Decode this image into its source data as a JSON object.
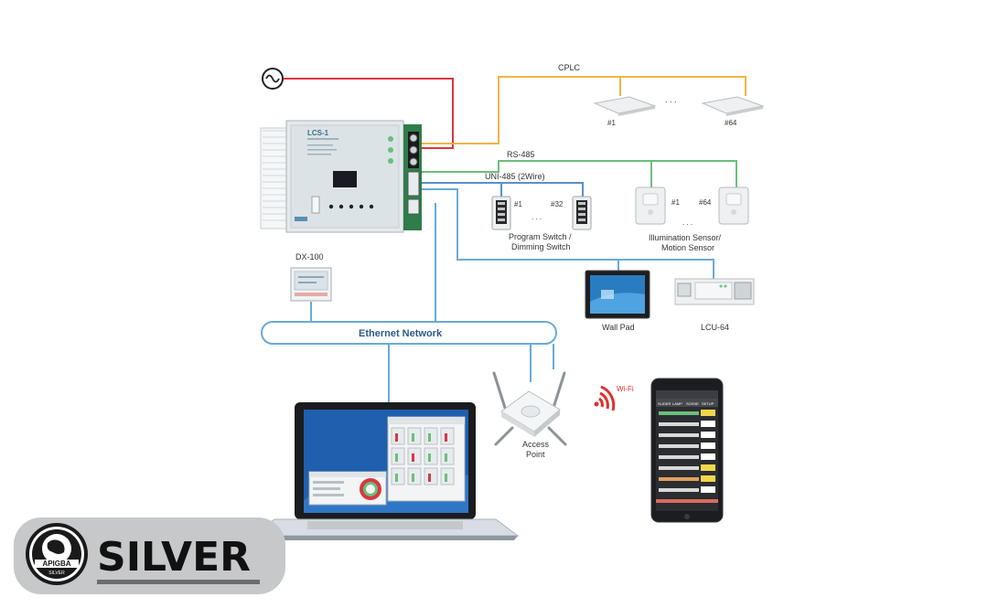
{
  "power_symbol": "ac-power-icon",
  "labels": {
    "cplc": "CPLC",
    "dots_lights": ". . .",
    "light_first": "#1",
    "light_last": "#64",
    "rs485": "RS-485",
    "uni485": "UNI-485 (2Wire)",
    "switch_first": "#1",
    "switch_last": "#32",
    "switch_dots": ". . .",
    "switch_caption_1": "Program Switch /",
    "switch_caption_2": "Dimming Switch",
    "sensor_first": "#1",
    "sensor_last": "#64",
    "sensor_dots": ". . .",
    "sensor_caption_1": "Illumination Sensor/",
    "sensor_caption_2": "Motion Sensor",
    "controller_title": "LCS-1",
    "dx100": "DX-100",
    "wall_pad": "Wall Pad",
    "lcu64": "LCU-64",
    "ethernet": "Ethernet Network",
    "access_point_1": "Access",
    "access_point_2": "Point",
    "wifi": "Wi-Fi",
    "phone_tabs": [
      "SLIDER",
      "LAMP",
      "SCENE",
      "SETUP"
    ]
  },
  "badge": {
    "word": "SILVER",
    "seal_text": "APIGBA",
    "seal_sub": "SILVER"
  },
  "colors": {
    "ac_line": "#d9373f",
    "cplc_line": "#f0b545",
    "rs485_line": "#6bbf7a",
    "uni485_line": "#5a8fcf",
    "ethernet_line": "#6aaad8",
    "wifi": "#e03030"
  }
}
